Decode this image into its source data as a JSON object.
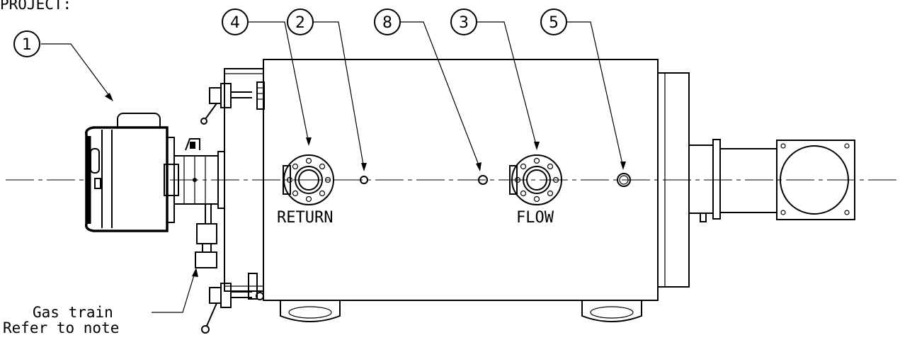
{
  "header": {
    "project_label": "PROJECT:"
  },
  "labels": {
    "return": "RETURN",
    "flow": "FLOW"
  },
  "note": {
    "line1": "Gas train",
    "line2": "Refer to note"
  },
  "balloons": [
    "1",
    "4",
    "2",
    "8",
    "3",
    "5"
  ]
}
